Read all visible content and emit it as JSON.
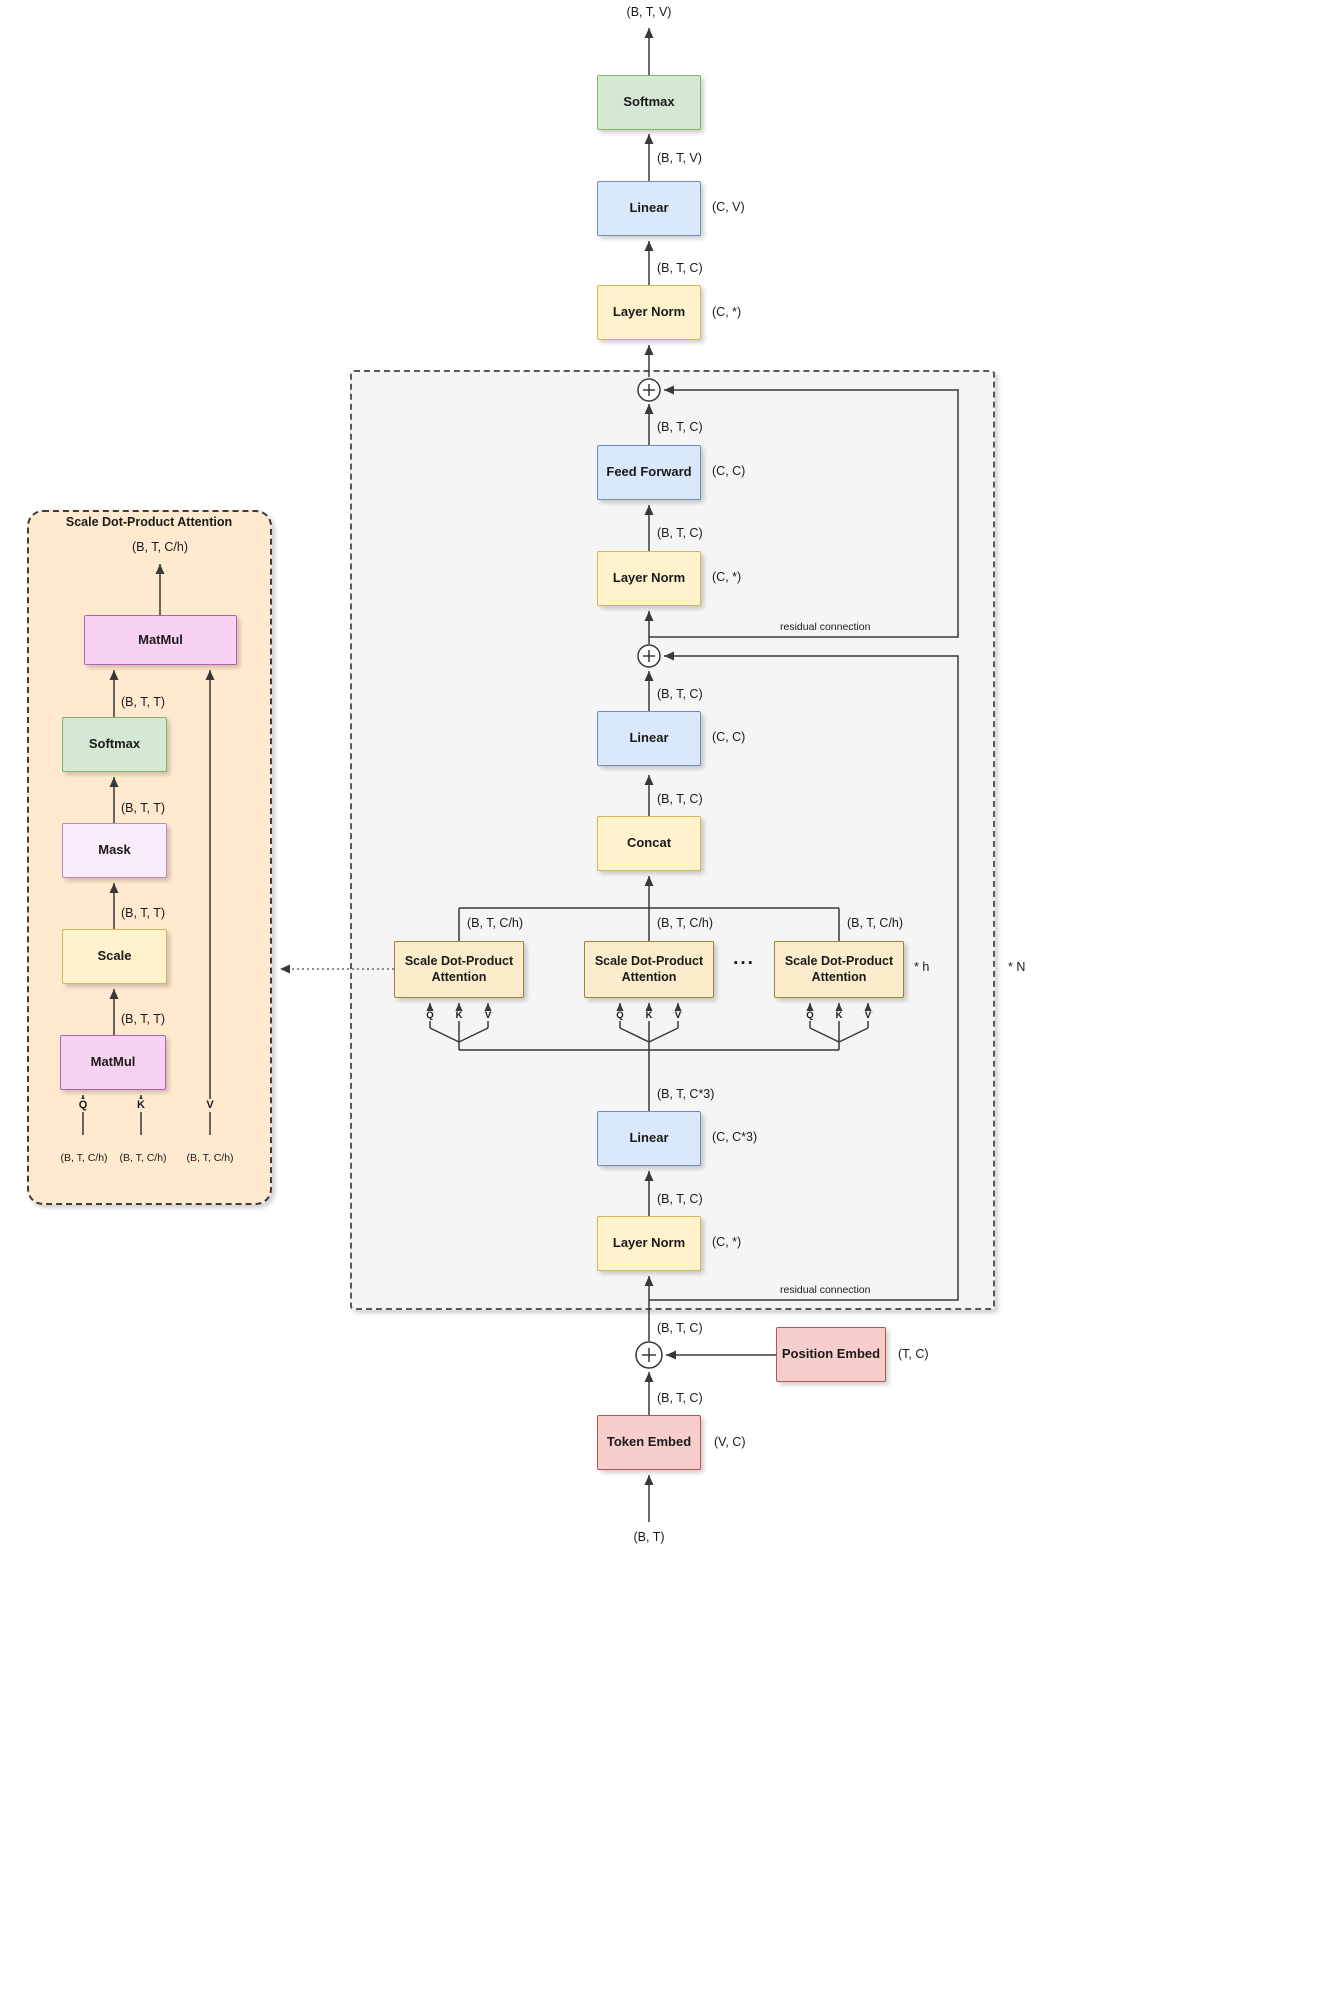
{
  "colors": {
    "softmax_fill": "#d5e8d4",
    "softmax_border": "#82b366",
    "linear_fill": "#dae8fc",
    "linear_border": "#6c8ebf",
    "norm_fill": "#fff2cc",
    "norm_border": "#d6b656",
    "embed_fill": "#f8cecc",
    "embed_border": "#b85450",
    "matmul_fill": "#f8d2f3",
    "matmul_border": "#b85fb0",
    "mask_fill": "#fbecfa",
    "mask_border": "#c584c9",
    "attention_fill": "#fbeccb",
    "attention_border": "#9c8438",
    "block_region_fill": "#f5f5f5",
    "panel_region_fill": "#ffe9cf",
    "edge_color": "#383838"
  },
  "main": {
    "nodes": {
      "softmax": "Softmax",
      "linear_out": "Linear",
      "layer_norm_out": "Layer Norm",
      "feed_forward": "Feed Forward",
      "layer_norm_ff": "Layer Norm",
      "linear_proj": "Linear",
      "concat": "Concat",
      "attention_head": "Scale Dot-Product Attention",
      "linear_qkv": "Linear",
      "layer_norm_attn": "Layer Norm",
      "position_embed": "Position Embed",
      "token_embed": "Token Embed"
    },
    "shapes": {
      "btv": "(B, T, V)",
      "btc": "(B, T, C)",
      "btch": "(B, T, C/h)",
      "btc3": "(B, T, C*3)",
      "bt": "(B, T)"
    },
    "weights": {
      "cv": "(C, V)",
      "cstar": "(C, *)",
      "cc": "(C, C)",
      "cc3": "(C, C*3)",
      "tc": "(T, C)",
      "vc": "(V, C)"
    },
    "annotations": {
      "n_times": "* N",
      "h_times": "* h",
      "ellipsis": "...",
      "residual": "residual connection"
    },
    "qkv": {
      "q": "Q",
      "k": "K",
      "v": "V"
    }
  },
  "panel": {
    "title": "Scale Dot-Product Attention",
    "nodes": {
      "matmul_out": "MatMul",
      "softmax": "Softmax",
      "mask": "Mask",
      "scale": "Scale",
      "matmul_qk": "MatMul"
    },
    "shapes": {
      "btch": "(B, T, C/h)",
      "btt": "(B, T, T)"
    },
    "qkv": {
      "q": "Q",
      "k": "K",
      "v": "V"
    }
  }
}
